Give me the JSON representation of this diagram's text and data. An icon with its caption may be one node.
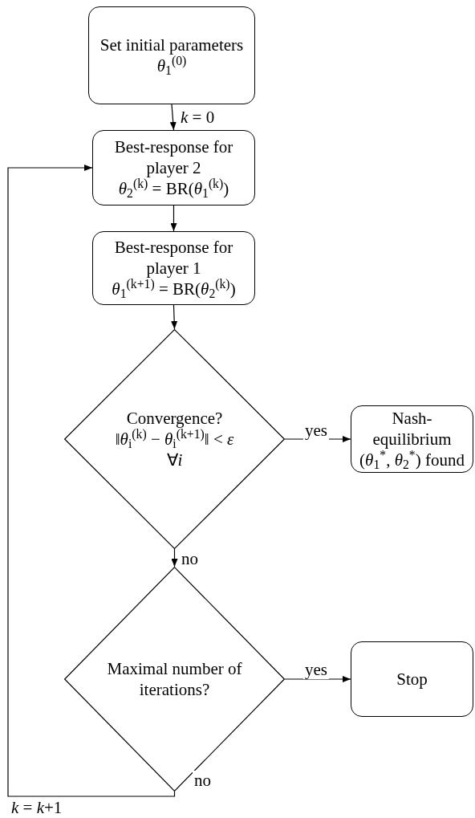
{
  "diagram": {
    "nodes": [
      {
        "text": [
          "Set initial parameters *θ*$_{1}$$^{(0)}$"
        ]
      },
      {
        "text": [
          "Best-response for player 2",
          "*θ*$_{2}$$^{(k)}$ = BR(*θ*$_{1}$$^{(k)}$)"
        ]
      },
      {
        "text": [
          "Best-response for player 1",
          "*θ*$_{1}$$^{(k+1)}$ = BR(*θ*$_{2}$$^{(k)}$)"
        ]
      },
      {
        "text": [
          "Convergence?",
          "‖*θ*$_{i}$$^{(k)}$ − *θ*$_{i}$$^{(k+1)}$‖ < *ε*",
          "∀*i*"
        ]
      },
      {
        "text": [
          "Nash-equilibrium (*θ*$_{1}$$^{*}$, *θ*$_{2}$$^{*}$) found"
        ]
      },
      {
        "text": [
          "Maximal number of iterations?"
        ]
      },
      {
        "text": [
          "Stop"
        ]
      }
    ],
    "edges": [
      {
        "from": 0,
        "to": 1,
        "arrow": "to",
        "label": "*k* = 0"
      },
      {
        "from": 1,
        "to": 2,
        "arrow": "to"
      },
      {
        "from": 2,
        "to": 3,
        "arrow": "to"
      },
      {
        "from": 3,
        "to": 4,
        "arrow": "to",
        "label": "yes"
      },
      {
        "from": 3,
        "to": 5,
        "arrow": "to",
        "label": "no"
      },
      {
        "from": 5,
        "to": 6,
        "arrow": "to",
        "label": "yes"
      },
      {
        "from": 5,
        "to": 1,
        "arrow": "to",
        "label": "no"
      }
    ],
    "labels": [
      "*k* = *k*+1"
    ]
  }
}
